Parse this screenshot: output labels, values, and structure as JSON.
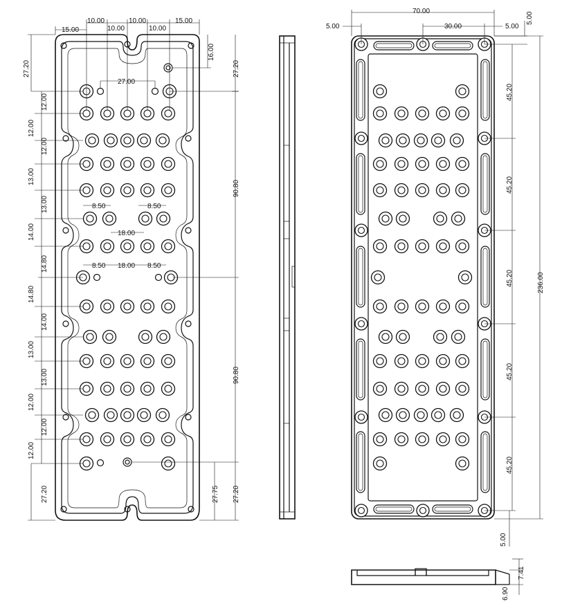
{
  "dims": {
    "front": {
      "top_15_left": "15.00",
      "top_10_a": "10.00",
      "top_10_b": "10.00",
      "top_10_c": "10.00",
      "top_10_d": "10.00",
      "top_15_right": "15.00",
      "right_16": "16.00",
      "left_27_20_top": "27.20",
      "right_27_20_top": "27.20",
      "mid_27": "27.00",
      "pitch_a": "12.00",
      "pitch_b": "12.00",
      "pitch_c": "12.00",
      "pitch_d": "13.00",
      "pitch_e": "13.00",
      "pitch_f": "14.00",
      "pitch_g": "14.80",
      "pitch_h": "14.80",
      "pitch_i": "14.00",
      "pitch_j": "13.00",
      "pitch_k": "13.00",
      "pitch_l": "12.00",
      "pitch_m": "12.00",
      "pitch_n": "12.00",
      "spacing_850_a": "8.50",
      "spacing_850_b": "8.50",
      "spacing_18_a": "18.00",
      "spacing_850_c": "8.50",
      "spacing_18_b": "18.00",
      "spacing_850_d": "8.50",
      "right_90_80_top": "90.80",
      "right_90_80_bottom": "90.80",
      "left_27_20_bottom": "27.20",
      "right_27_75": "27.75",
      "right_27_20_bottom": "27.20"
    },
    "back": {
      "width_70": "70.00",
      "left_5": "5.00",
      "mid_30": "30.00",
      "right_5": "5.00",
      "top_5": "5.00",
      "pitch_4520_a": "45.20",
      "pitch_4520_b": "45.20",
      "pitch_4520_c": "45.20",
      "pitch_4520_d": "45.20",
      "pitch_4520_e": "45.20",
      "height_236": "236.00",
      "bottom_5": "5.00"
    },
    "section": {
      "thickness_741": "7.41",
      "thickness_690": "6.90"
    }
  }
}
